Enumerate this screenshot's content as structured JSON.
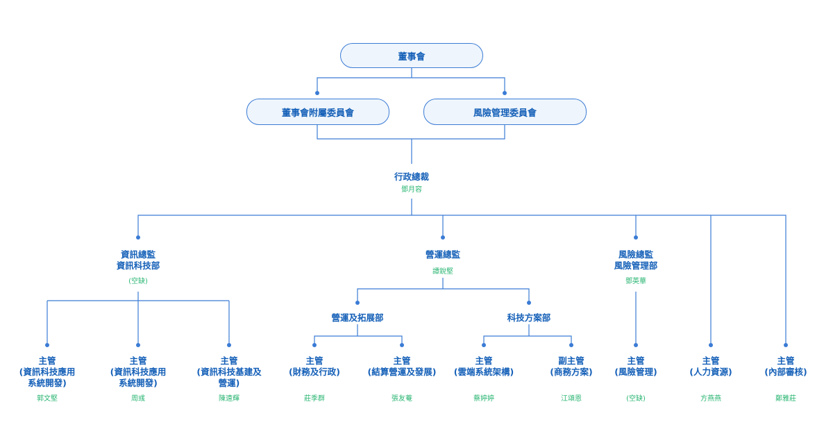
{
  "board": "董事會",
  "committees": {
    "board_affiliated": "董事會附屬委員會",
    "risk": "風險管理委員會"
  },
  "ceo": {
    "title": "行政總裁",
    "name": "鄧月容"
  },
  "directors": {
    "it": {
      "title_line1": "資訊總監",
      "title_line2": "資訊科技部",
      "name": "(空缺)"
    },
    "ops": {
      "title": "營運總監",
      "name": "譚銳堅"
    },
    "risk": {
      "title_line1": "風險總監",
      "title_line2": "風險管理部",
      "name": "鄧英華"
    }
  },
  "departments": {
    "ops_expansion": "營運及拓展部",
    "tech_solutions": "科技方案部"
  },
  "managers": [
    {
      "line1": "主管",
      "line2": "(資訊科技應用",
      "line3": "系統開發)",
      "name": "郭文堅"
    },
    {
      "line1": "主管",
      "line2": "(資訊科技應用",
      "line3": "系統開發)",
      "name": "周彧"
    },
    {
      "line1": "主管",
      "line2": "(資訊科技基建及",
      "line3": "營運)",
      "name": "陳遠輝"
    },
    {
      "line1": "主管",
      "line2": "(財務及行政)",
      "line3": "",
      "name": "莊季群"
    },
    {
      "line1": "主管",
      "line2": "(結算營運及發展)",
      "line3": "",
      "name": "張友菴"
    },
    {
      "line1": "主管",
      "line2": "(雲端系統架構)",
      "line3": "",
      "name": "蔡婷婷"
    },
    {
      "line1": "副主管",
      "line2": "(商務方案)",
      "line3": "",
      "name": "江頌恩"
    },
    {
      "line1": "主管",
      "line2": "(風險管理)",
      "line3": "",
      "name": "(空缺)"
    },
    {
      "line1": "主管",
      "line2": "(人力資源)",
      "line3": "",
      "name": "方燕燕"
    },
    {
      "line1": "主管",
      "line2": "(內部審核)",
      "line3": "",
      "name": "鄭雅莊"
    }
  ],
  "colors": {
    "line": "#3a7bd5",
    "title": "#1560b8",
    "name": "#2bb673",
    "box_fill": "#eef5fc"
  }
}
